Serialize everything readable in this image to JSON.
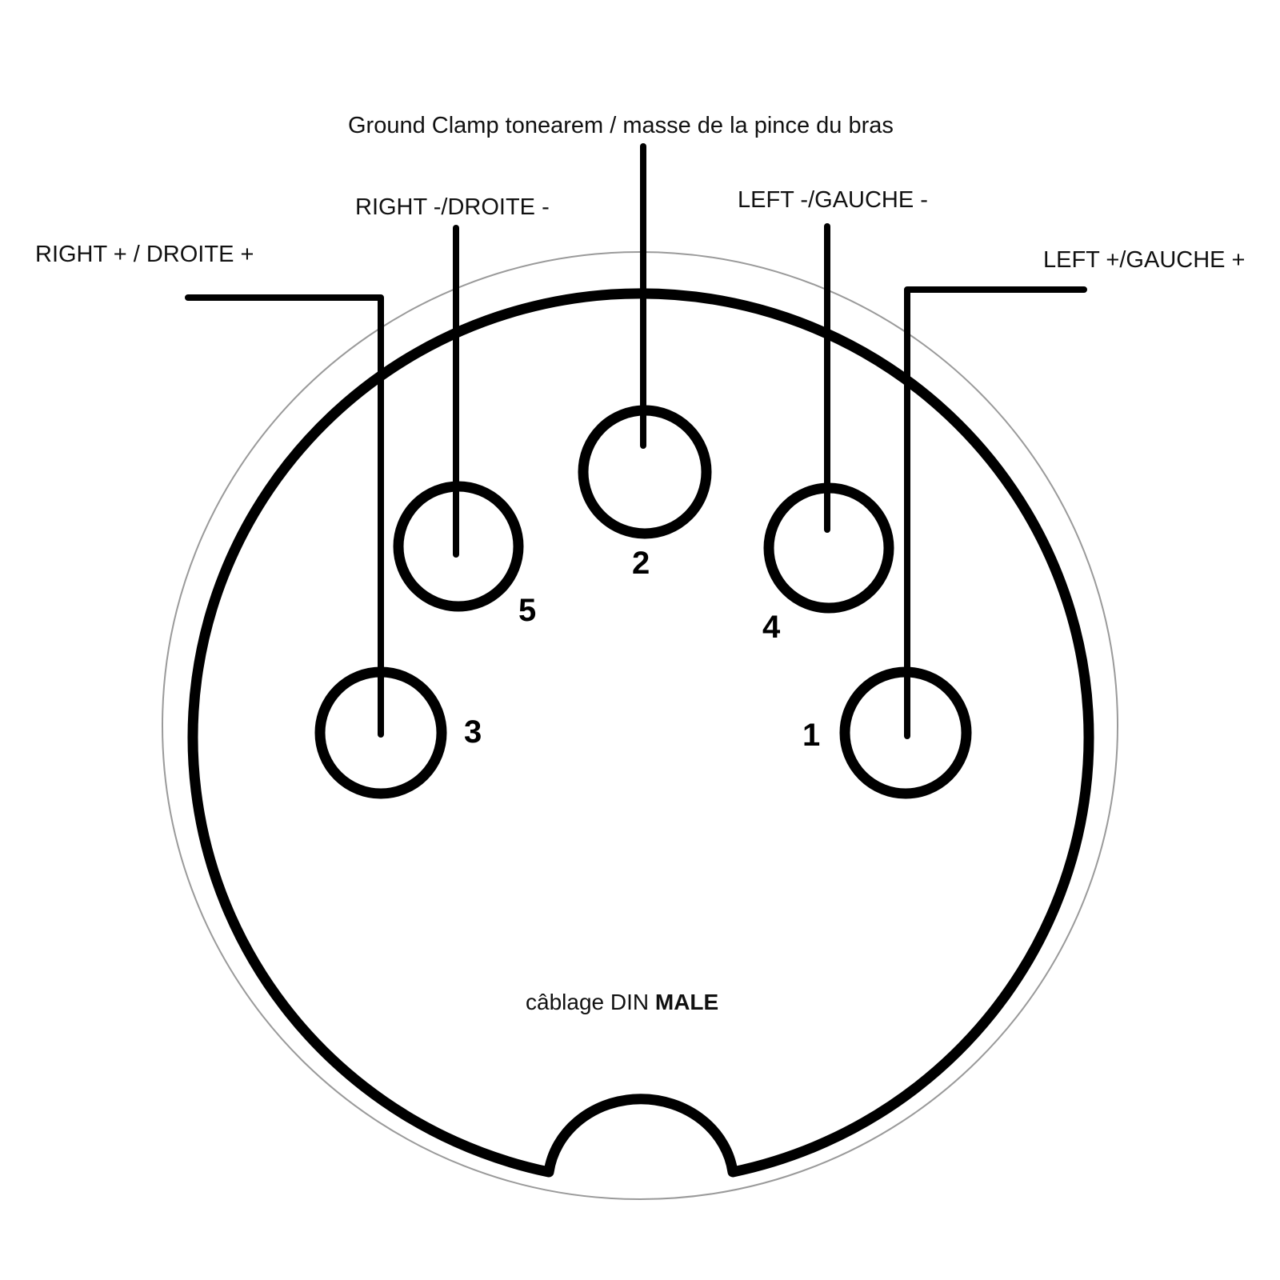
{
  "labels": {
    "ground": "Ground Clamp tonearem / masse de la pince du bras",
    "right_minus": "RIGHT -/DROITE -",
    "left_minus": "LEFT -/GAUCHE -",
    "right_plus": "RIGHT + / DROITE +",
    "left_plus": "LEFT +/GAUCHE +"
  },
  "pins": {
    "p1": "1",
    "p2": "2",
    "p3": "3",
    "p4": "4",
    "p5": "5"
  },
  "caption": {
    "text": "câblage DIN ",
    "bold": "MALE"
  },
  "colors": {
    "ink": "#000000",
    "outer_ring": "#9a9a9a"
  }
}
